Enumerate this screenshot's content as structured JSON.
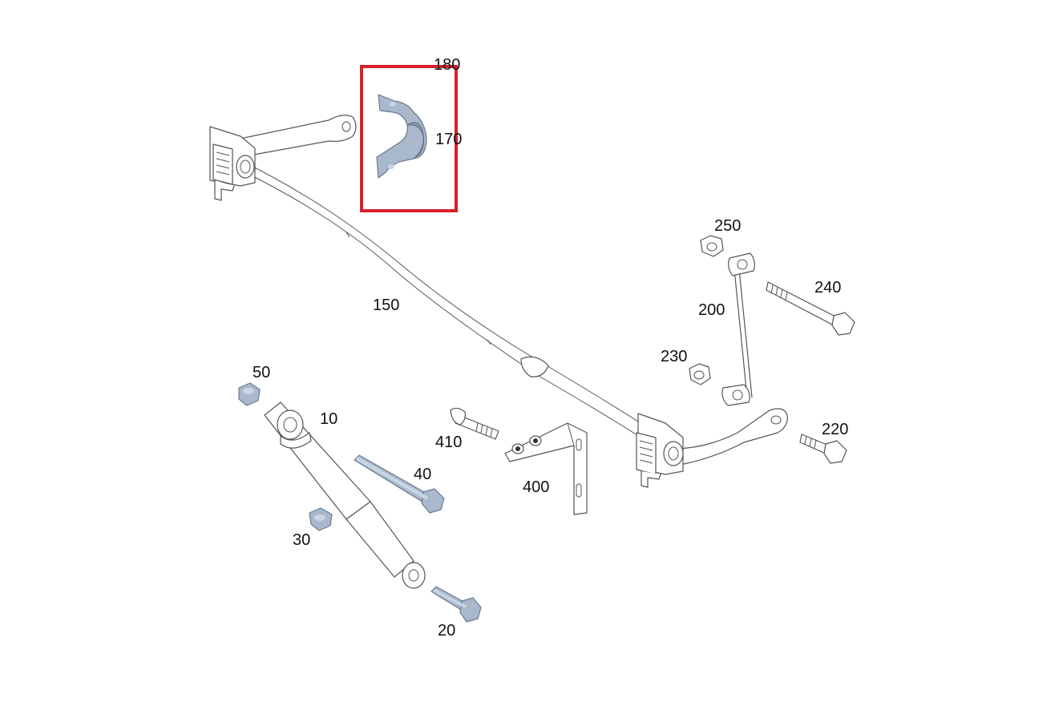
{
  "labels": {
    "p10": "10",
    "p20": "20",
    "p30": "30",
    "p40": "40",
    "p50": "50",
    "p150": "150",
    "p170": "170",
    "p180": "180",
    "p200": "200",
    "p220": "220",
    "p230": "230",
    "p240": "240",
    "p250": "250",
    "p400": "400",
    "p410": "410"
  },
  "colors": {
    "highlight": "#d6202a",
    "part_fill": "#a9b8cb",
    "outline": "#555555"
  }
}
